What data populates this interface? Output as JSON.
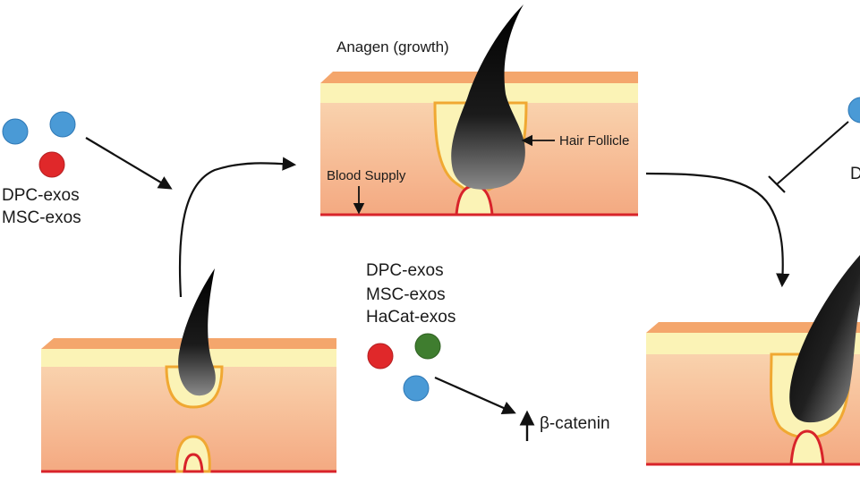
{
  "diagram": {
    "stage_top_label": "Anagen (growth)",
    "hair_follicle_label": "Hair Follicle",
    "blood_supply_label": "Blood Supply",
    "left_group": [
      "DPC-exos",
      "MSC-exos"
    ],
    "middle_group": [
      "DPC-exos",
      "MSC-exos",
      "HaCat-exos"
    ],
    "beta_catenin_label": "β-catenin",
    "right_partial_label": "D"
  },
  "colors": {
    "skin_top": "#fbf3b6",
    "skin_body": "#f7c08f",
    "follicle_outline": "#f0a832",
    "blood_line": "#d8232a",
    "hair": "#111111",
    "exo_blue": "#4a9ad6",
    "exo_red": "#e0282a",
    "exo_green": "#3f7d2f"
  }
}
